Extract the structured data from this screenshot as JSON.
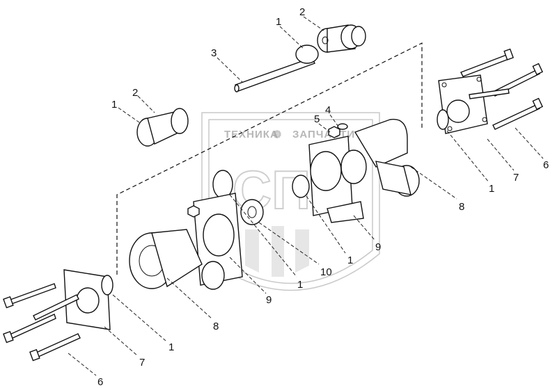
{
  "watermark": {
    "left": "ТЕХНИКА",
    "right": "ЗАПЧАСТИ",
    "logo": "СПП"
  },
  "callouts": {
    "seal_top": "1",
    "sleeve_top": "2",
    "shaft": "3",
    "seal_left": "1",
    "sleeve_left": "2",
    "washer": "4",
    "nut": "5",
    "bolt_right": "6",
    "cover_right": "7",
    "seal_right": "1",
    "housing_right": "8",
    "bracket_right": "9",
    "seal_center": "1",
    "bushing": "10",
    "seal_center_low": "1",
    "bracket_left": "9",
    "housing_left": "8",
    "seal_left_low": "1",
    "cover_left": "7",
    "bolt_left": "6"
  }
}
